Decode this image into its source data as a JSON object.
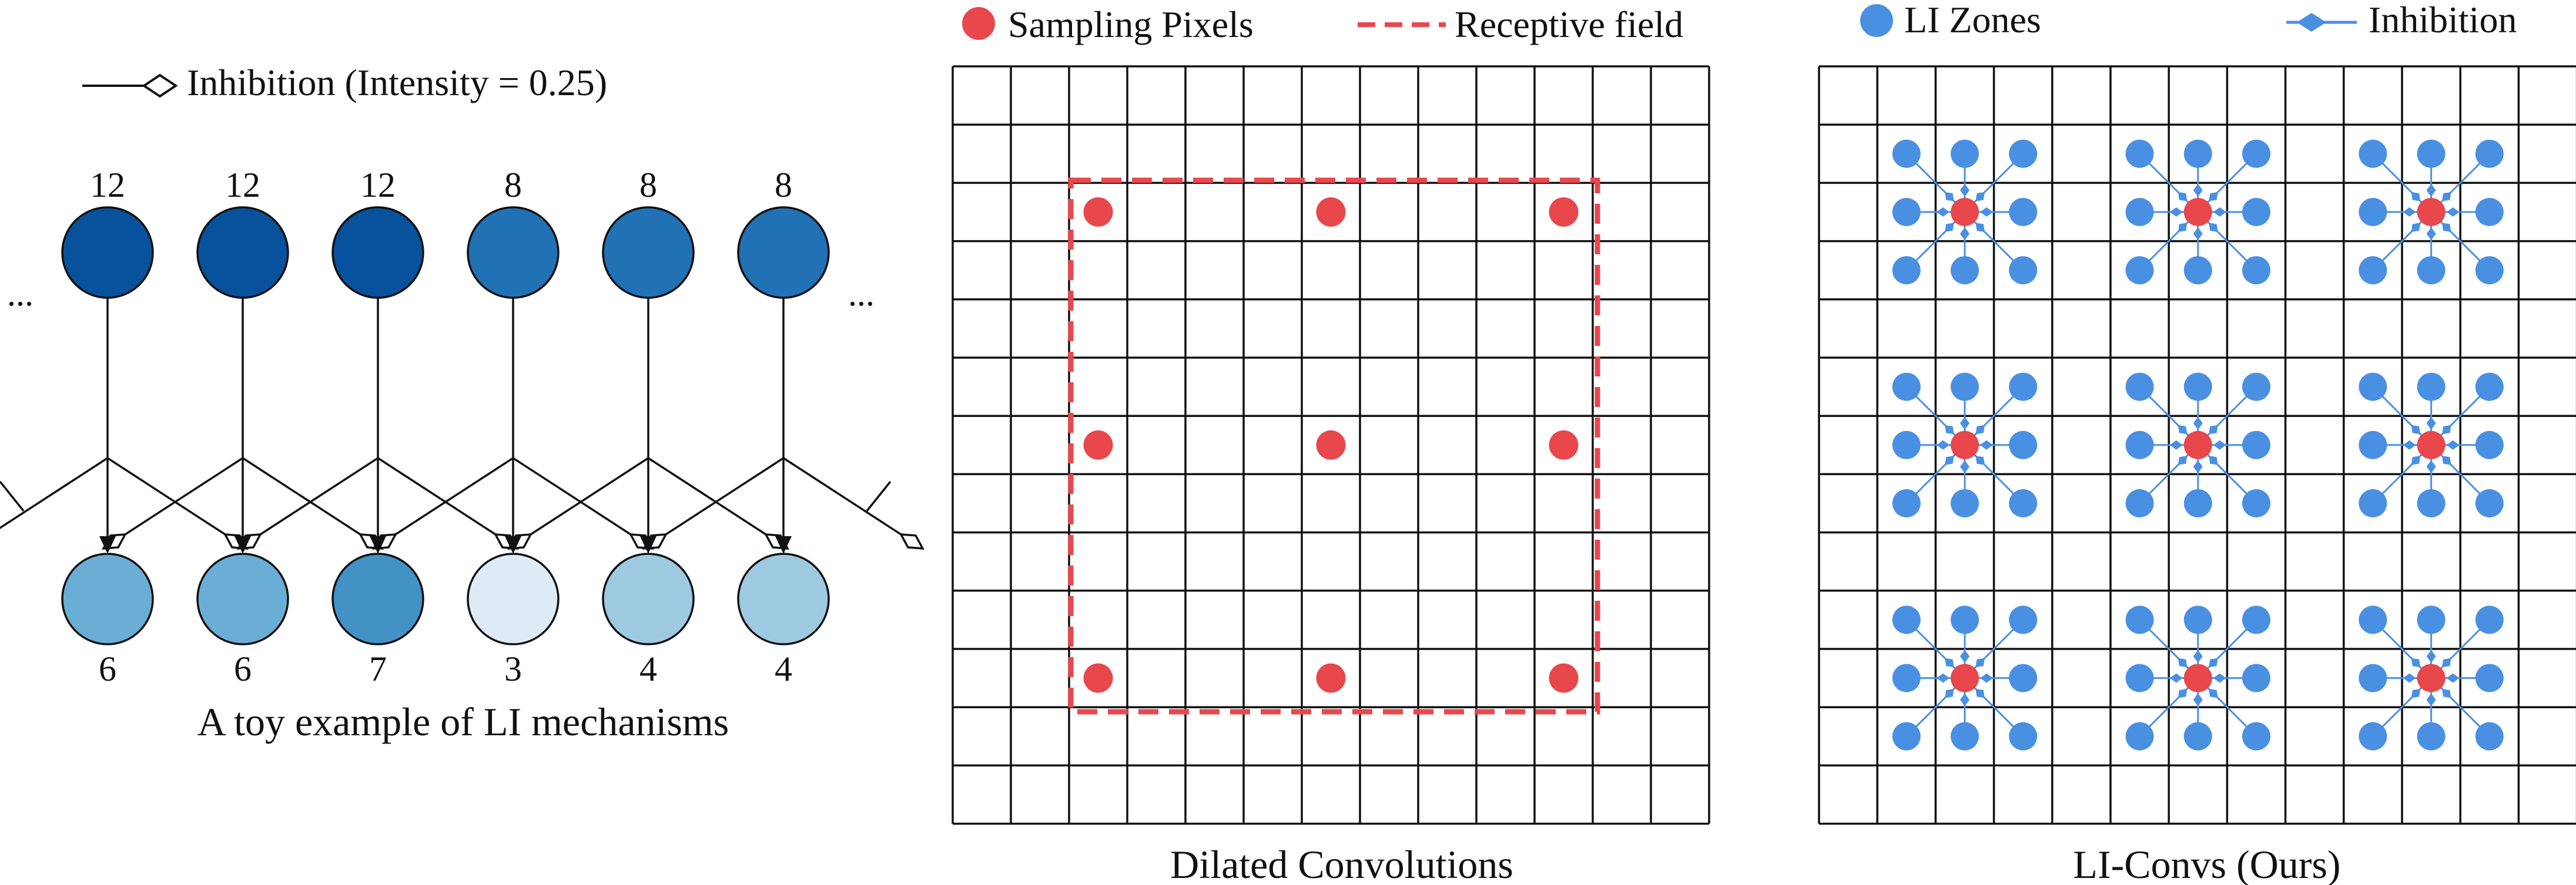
{
  "left_panel": {
    "legend_label": "Inhibition (Intensity = 0.25)",
    "ellipsis": "...",
    "caption": "A toy example of LI mechanisms",
    "top_values": [
      "12",
      "12",
      "12",
      "8",
      "8",
      "8"
    ],
    "bottom_values": [
      "6",
      "6",
      "7",
      "3",
      "4",
      "4"
    ],
    "top_color": "#08519c",
    "top_color_light": "#2171b5",
    "bottom_colors": [
      "#6aaed6",
      "#6aaed6",
      "#4292c6",
      "#deebf7",
      "#9ecae1",
      "#9ecae1"
    ]
  },
  "middle_panel": {
    "legend_sampling": "Sampling Pixels",
    "legend_receptive": "Receptive field",
    "caption": "Dilated Convolutions",
    "sampling_color": "#e8474c"
  },
  "right_panel": {
    "legend_zones": "LI Zones",
    "legend_inhibition": "Inhibition",
    "caption": "LI-Convs (Ours)",
    "zone_color": "#4a90e2"
  }
}
